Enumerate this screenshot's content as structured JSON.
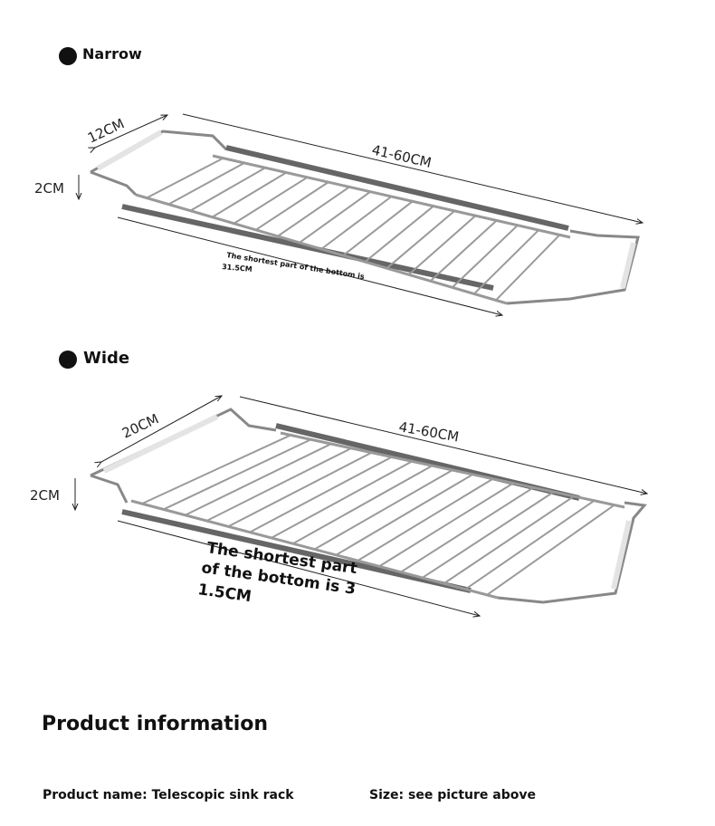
{
  "sections": [
    {
      "label": "Narrow",
      "width_dim": "12CM",
      "length_dim": "41-60CM",
      "height_dim": "2CM",
      "note_lines": [
        "The shortest part of the bottom is",
        "31.5CM"
      ]
    },
    {
      "label": "Wide",
      "width_dim": "20CM",
      "length_dim": "41-60CM",
      "height_dim": "2CM",
      "note_lines": [
        "The shortest part",
        "of the bottom is 3",
        "1.5CM"
      ]
    }
  ],
  "product_info": {
    "title": "Product information",
    "name": "Product name: Telescopic sink rack",
    "size": "Size: see picture above"
  },
  "colors": {
    "steel": "#9a9a9a",
    "steel_dark": "#555555",
    "handle": "#e4e4e4"
  }
}
